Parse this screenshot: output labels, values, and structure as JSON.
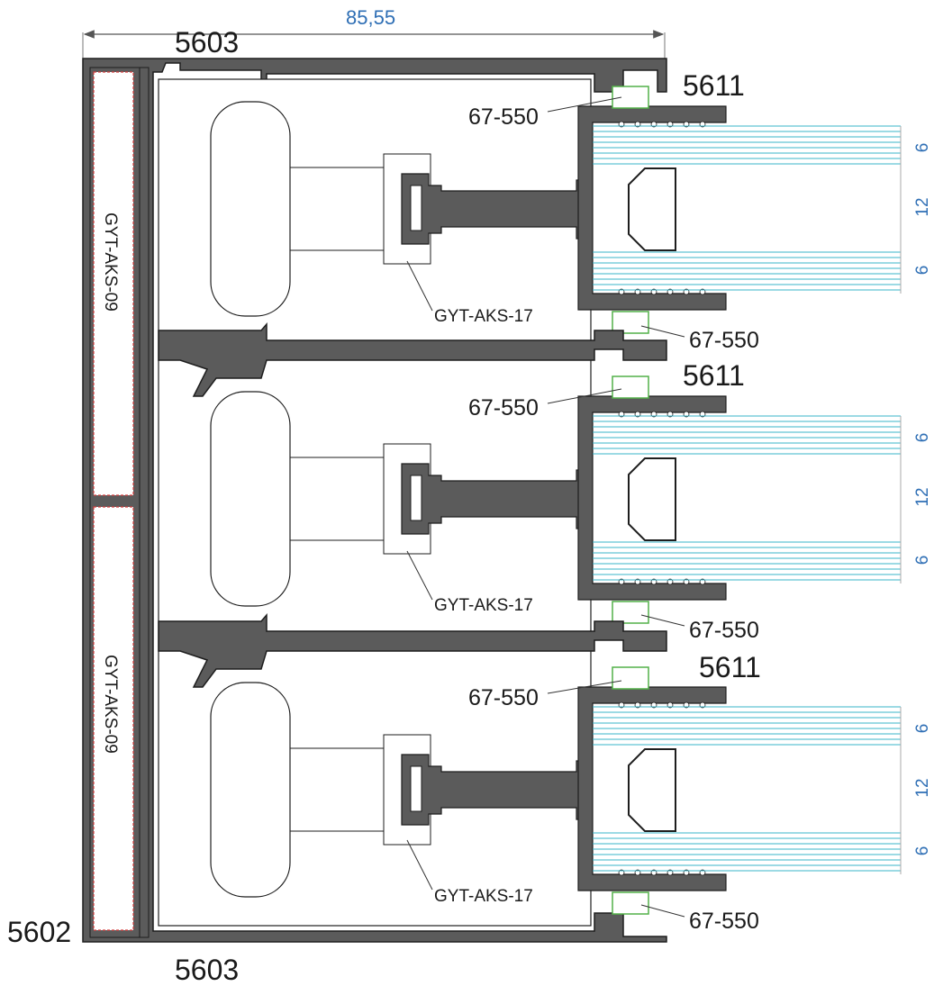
{
  "drawing": {
    "overall_dimension": "85,55",
    "profile_top": "5603",
    "profile_bottom": "5603",
    "profile_frame": "5602",
    "glazing_bead": "5611",
    "gasket": "67-550",
    "spacer_insert": "GYT-AKS-17",
    "thermal_insert": "GYT-AKS-09",
    "glass_layers": [
      "6",
      "12",
      "6"
    ]
  },
  "colors": {
    "profile": "#5b5b5b",
    "outline": "#1e1e1e",
    "glass_line": "#39b5c9",
    "gasket": "#52b148",
    "insert_border": "#d43c3c",
    "dimension_text": "#2f6fb5"
  }
}
